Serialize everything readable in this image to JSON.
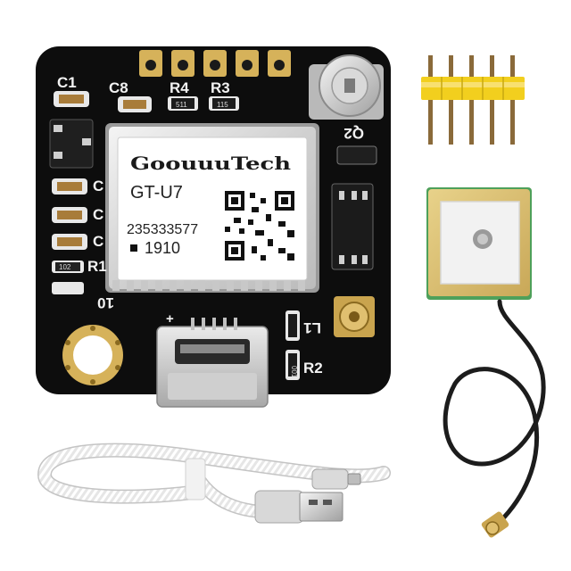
{
  "module": {
    "brand": "GoouuuTech",
    "model": "GT-U7",
    "serial": "235333577",
    "date_code": "1910",
    "silkscreen": [
      "C1",
      "C8",
      "R4",
      "R3",
      "Q2",
      "C",
      "C",
      "C",
      "R1",
      "10",
      "+",
      "L1",
      "R2"
    ],
    "resistor_codes": [
      "511",
      "115",
      "102",
      "001"
    ]
  },
  "colors": {
    "pcb": "#0d0d0d",
    "gold": "#d6b25a",
    "antenna_patch": "#d9bf73",
    "shield": "#dcdcdc",
    "header_plastic": "#f2cf1e",
    "cable": "#1c1c1c"
  }
}
